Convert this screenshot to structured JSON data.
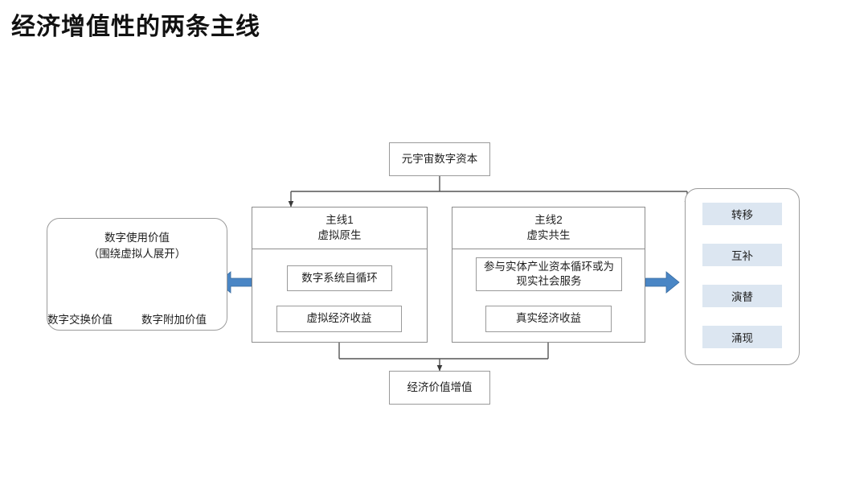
{
  "page": {
    "title": "经济增值性的两条主线",
    "background": "#ffffff"
  },
  "colors": {
    "connector_line": "#555555",
    "box_border": "#9a9a9a",
    "blue_arrow": "#4a86c5",
    "triangle_arrow": "#5b9bd5",
    "stage_bar_fill": "#dce6f1",
    "stage_arrow": "#7f9db9"
  },
  "diagram": {
    "type": "flowchart",
    "source_node": {
      "id": "source",
      "label": "元宇宙数字资本"
    },
    "branches": [
      {
        "id": "mainline-1",
        "title": "主线1",
        "subtitle": "虚拟原生",
        "steps": [
          {
            "id": "m1-step-1",
            "label": "数字系统自循环"
          },
          {
            "id": "m1-step-2",
            "label": "虚拟经济收益"
          }
        ],
        "side_card_id": "digital-value-card",
        "side_direction": "left"
      },
      {
        "id": "mainline-2",
        "title": "主线2",
        "subtitle": "虚实共生",
        "steps": [
          {
            "id": "m2-step-1",
            "label": "参与实体产业资本循环或为现实社会服务"
          },
          {
            "id": "m2-step-2",
            "label": "真实经济收益"
          }
        ],
        "side_card_id": "stage-ladder-card",
        "side_direction": "right"
      }
    ],
    "result_node": {
      "id": "result",
      "label": "经济价值增值"
    },
    "digital_value_card": {
      "id": "digital-value-card",
      "heading_line1": "数字使用价值",
      "heading_line2": "（围绕虚拟人展开）",
      "vertices": [
        {
          "id": "vertex-use",
          "label": "数字使用价值",
          "position": "apex"
        },
        {
          "id": "vertex-exchange",
          "label": "数字交换价值",
          "position": "bottom-left"
        },
        {
          "id": "vertex-added",
          "label": "数字附加价值",
          "position": "bottom-right"
        }
      ],
      "edges": [
        {
          "from": "vertex-exchange",
          "to": "vertex-use",
          "bidirectional": true
        },
        {
          "from": "vertex-use",
          "to": "vertex-added",
          "bidirectional": true
        },
        {
          "from": "vertex-exchange",
          "to": "vertex-added",
          "bidirectional": true
        }
      ]
    },
    "stage_ladder_card": {
      "id": "stage-ladder-card",
      "stages": [
        {
          "id": "stage-1",
          "label": "转移"
        },
        {
          "id": "stage-2",
          "label": "互补"
        },
        {
          "id": "stage-3",
          "label": "演替"
        },
        {
          "id": "stage-4",
          "label": "涌现"
        }
      ]
    }
  }
}
